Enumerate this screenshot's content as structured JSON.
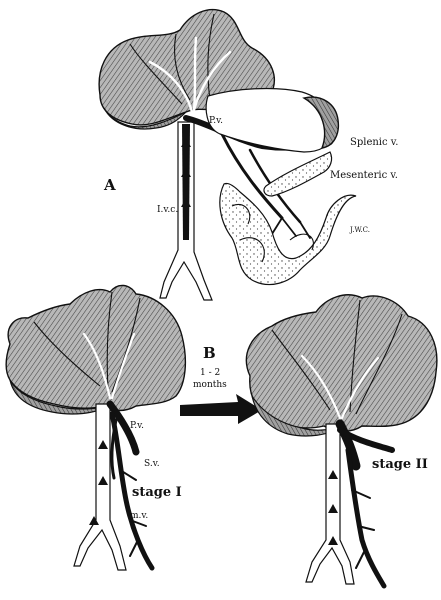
{
  "panels": {
    "a": {
      "letter": "A",
      "labels": {
        "pv": "P.v.",
        "splenic": "Splenic v.",
        "mesenteric": "Mesenteric v.",
        "ivc": "I.v.c.",
        "signature": "J.W.C."
      }
    },
    "b": {
      "letter": "B",
      "duration_line1": "1 - 2",
      "duration_line2": "months",
      "stage1": {
        "label": "stage I",
        "pv": "P.v.",
        "sv": "S.v.",
        "mv": "m.v."
      },
      "stage2": {
        "label": "stage II"
      }
    }
  },
  "colors": {
    "ink": "#111111",
    "liver_fill": "#a8a8a8",
    "background": "#ffffff"
  }
}
